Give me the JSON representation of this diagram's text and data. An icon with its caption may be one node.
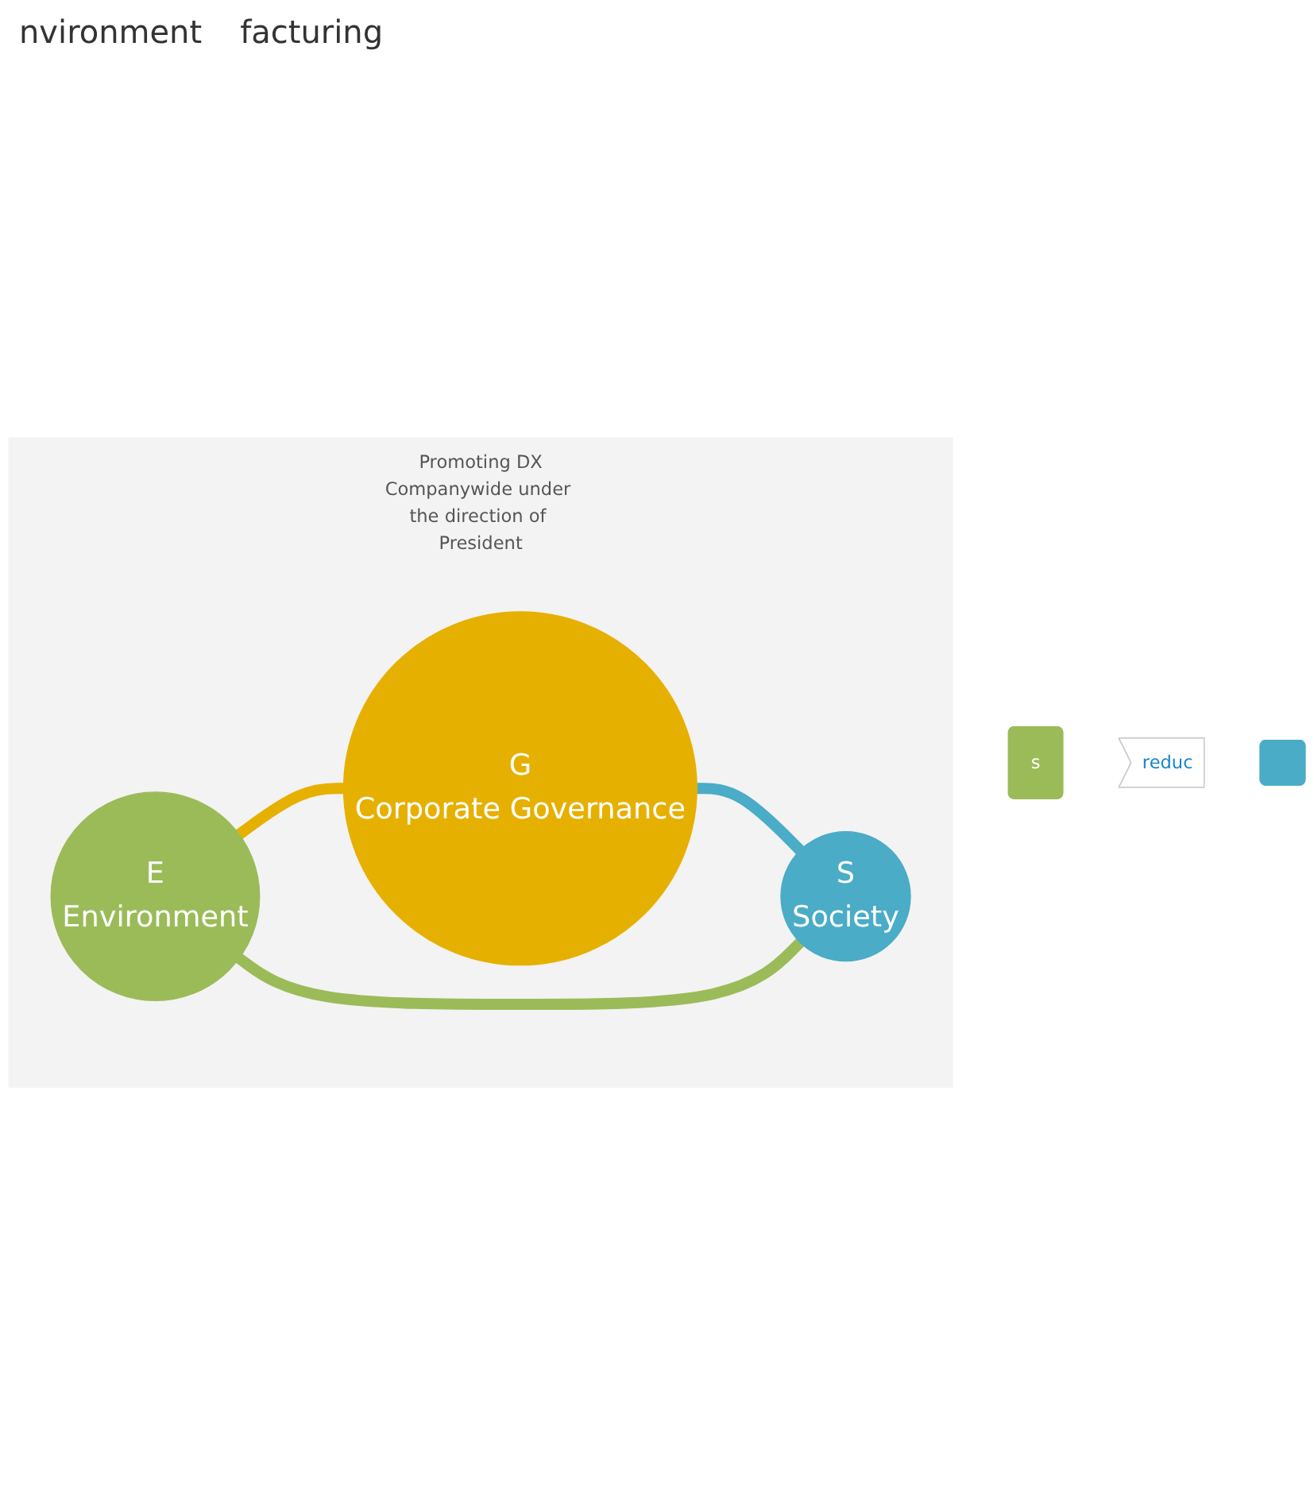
{
  "diagram": {
    "nodes": [
      {
        "text": [
          "s"
        ]
      },
      {
        "text": [
          "reduc"
        ]
      },
      {
        "text": [],
        "shape": "box"
      },
      {
        "text": [
          "Promoting DX",
          "Companywide under the direction of President"
        ]
      },
      {
        "text": [
          "E",
          "Environment"
        ],
        "in": 3
      },
      {
        "text": [
          "S",
          "Society"
        ],
        "in": 3
      },
      {
        "text": [
          "G",
          "Corporate Governance"
        ],
        "in": 3
      }
    ],
    "edges": [
      {
        "from": 4,
        "to": 6,
        "arrow": "none",
        "color": "#e6b000"
      },
      {
        "from": 6,
        "to": 5,
        "arrow": "none",
        "color": "#4aacc6"
      },
      {
        "from": 5,
        "to": 4,
        "arrow": "none",
        "color": "#9bbb59"
      }
    ],
    "labels": [
      "nvironment",
      "facturing"
    ]
  }
}
